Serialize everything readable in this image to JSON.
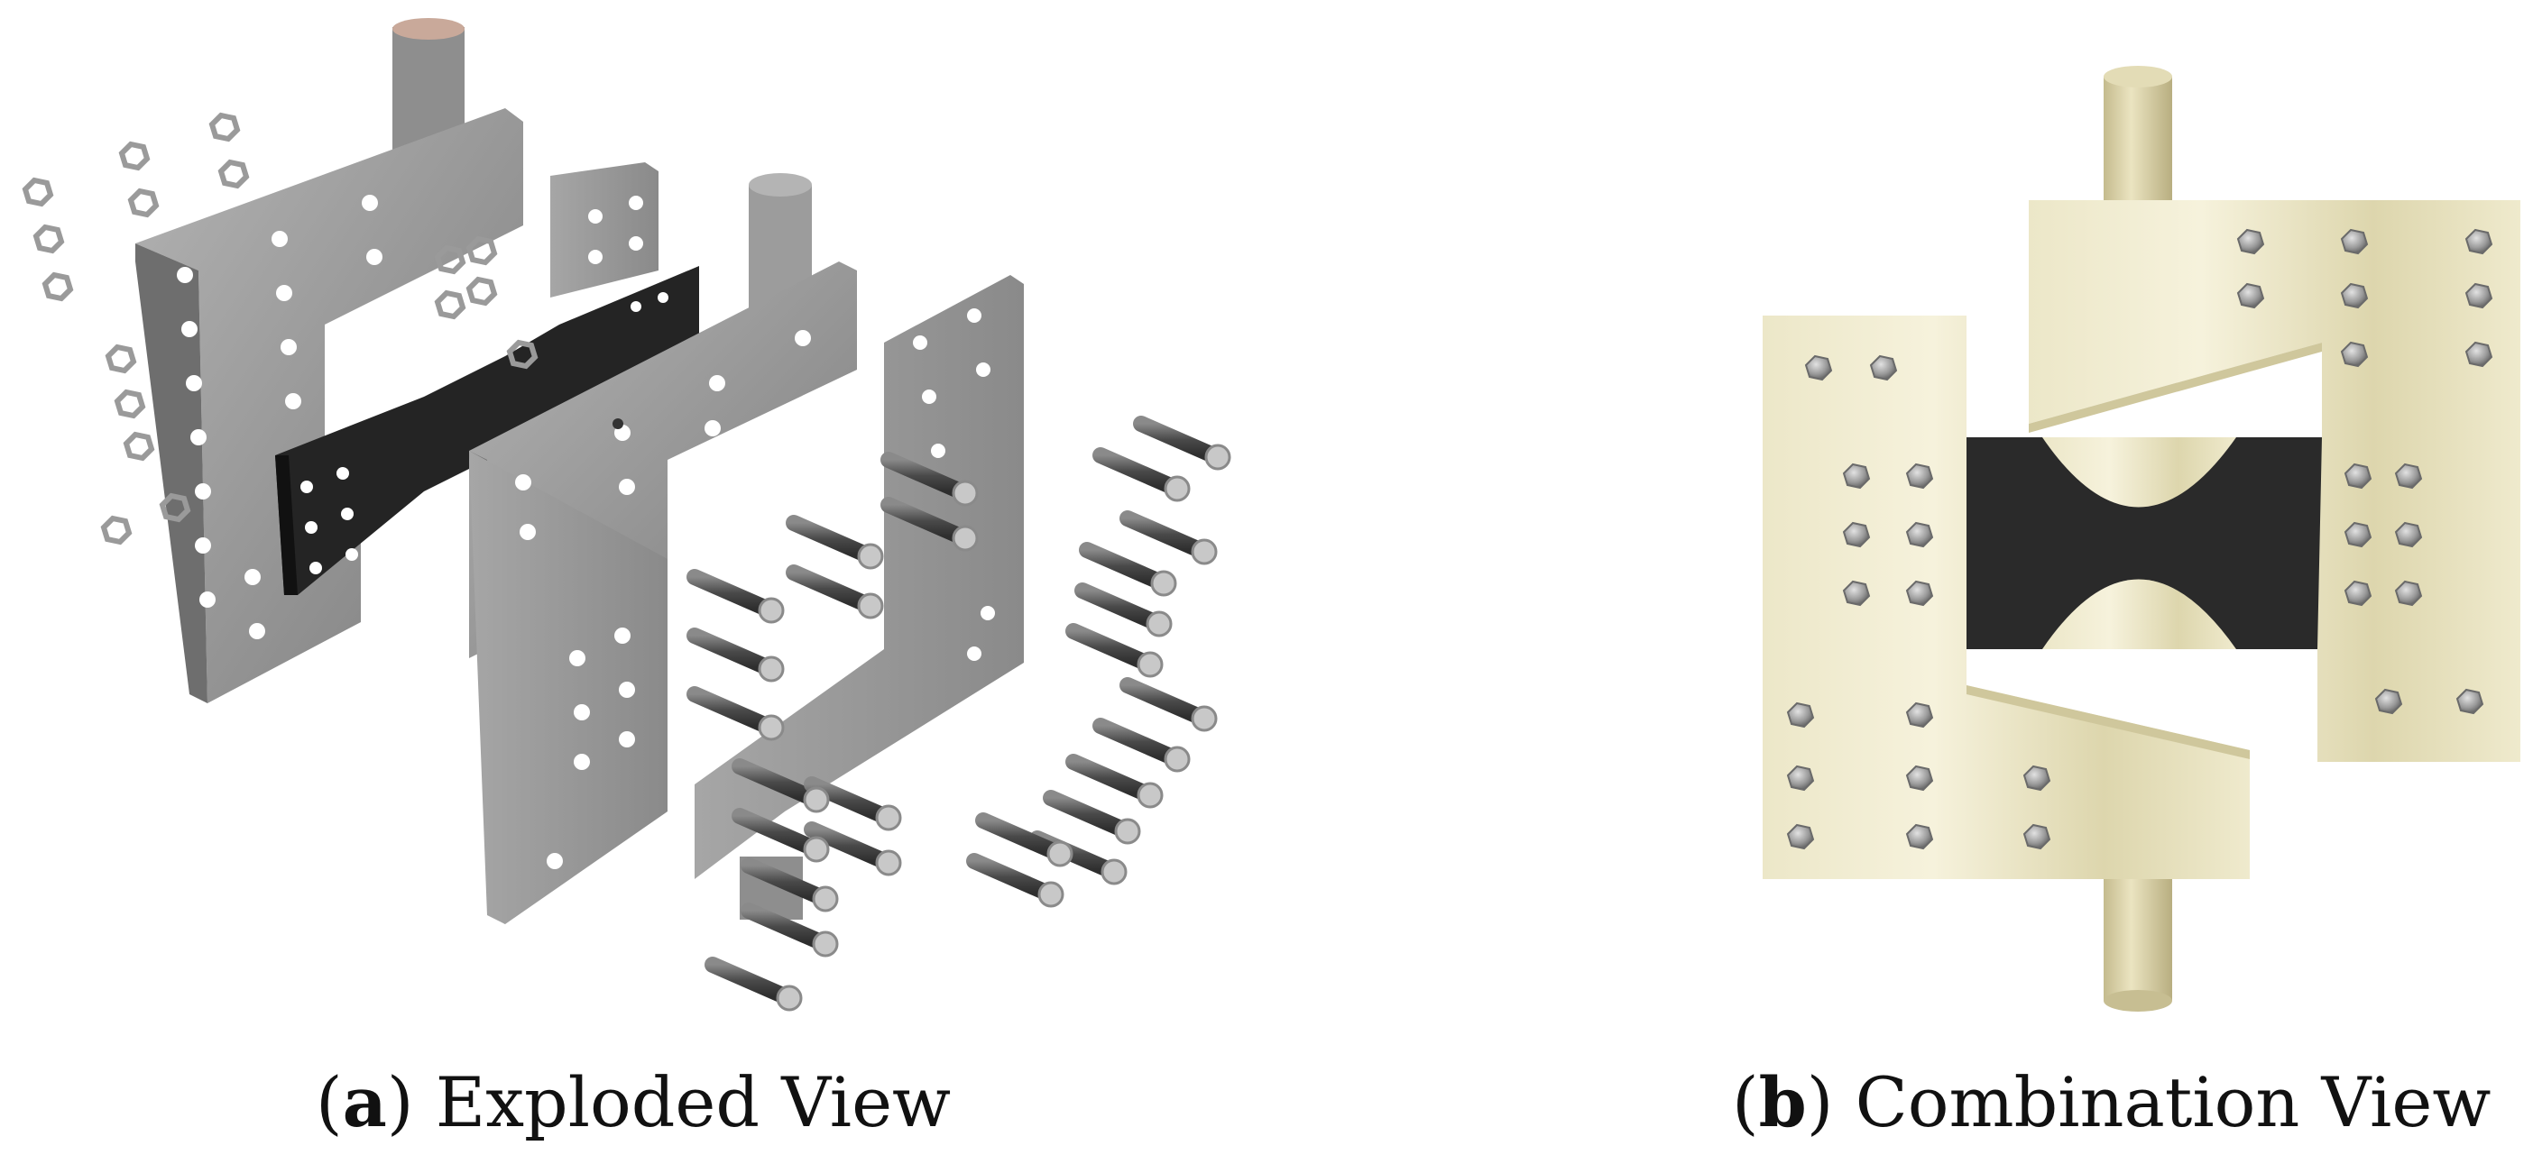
{
  "figure": {
    "panels": [
      {
        "id": "a",
        "label": "a",
        "title": "Exploded View"
      },
      {
        "id": "b",
        "label": "b",
        "title": "Combination View"
      }
    ],
    "colors": {
      "steel_plate": "#9a9a9a",
      "steel_plate_dark": "#6f6f6f",
      "specimen": "#2a2a2a",
      "brass_plate": "#e9e3bd",
      "brass_rod": "#d9d1a8",
      "bolt_metal": "#bdbdbd"
    }
  }
}
